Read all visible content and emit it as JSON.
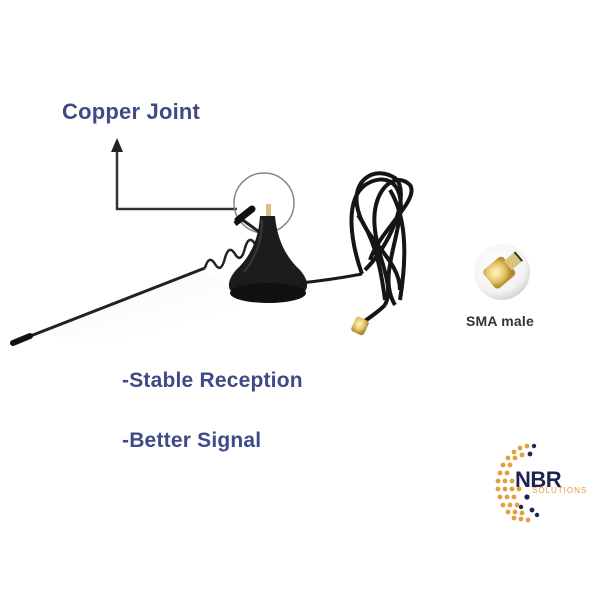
{
  "callout": {
    "label": "Copper Joint"
  },
  "features": [
    {
      "label": "-Stable Reception"
    },
    {
      "label": "-Better Signal"
    }
  ],
  "connector": {
    "label": "SMA male"
  },
  "logo": {
    "name": "NBR",
    "tagline": "SOLUTIONS",
    "colors": {
      "primary": "#1d2550",
      "accent": "#e0a03a"
    }
  },
  "colors": {
    "text": "#3f4a86",
    "antenna": "#1a1a1a",
    "gold": "#c9a640",
    "background": "#ffffff"
  }
}
